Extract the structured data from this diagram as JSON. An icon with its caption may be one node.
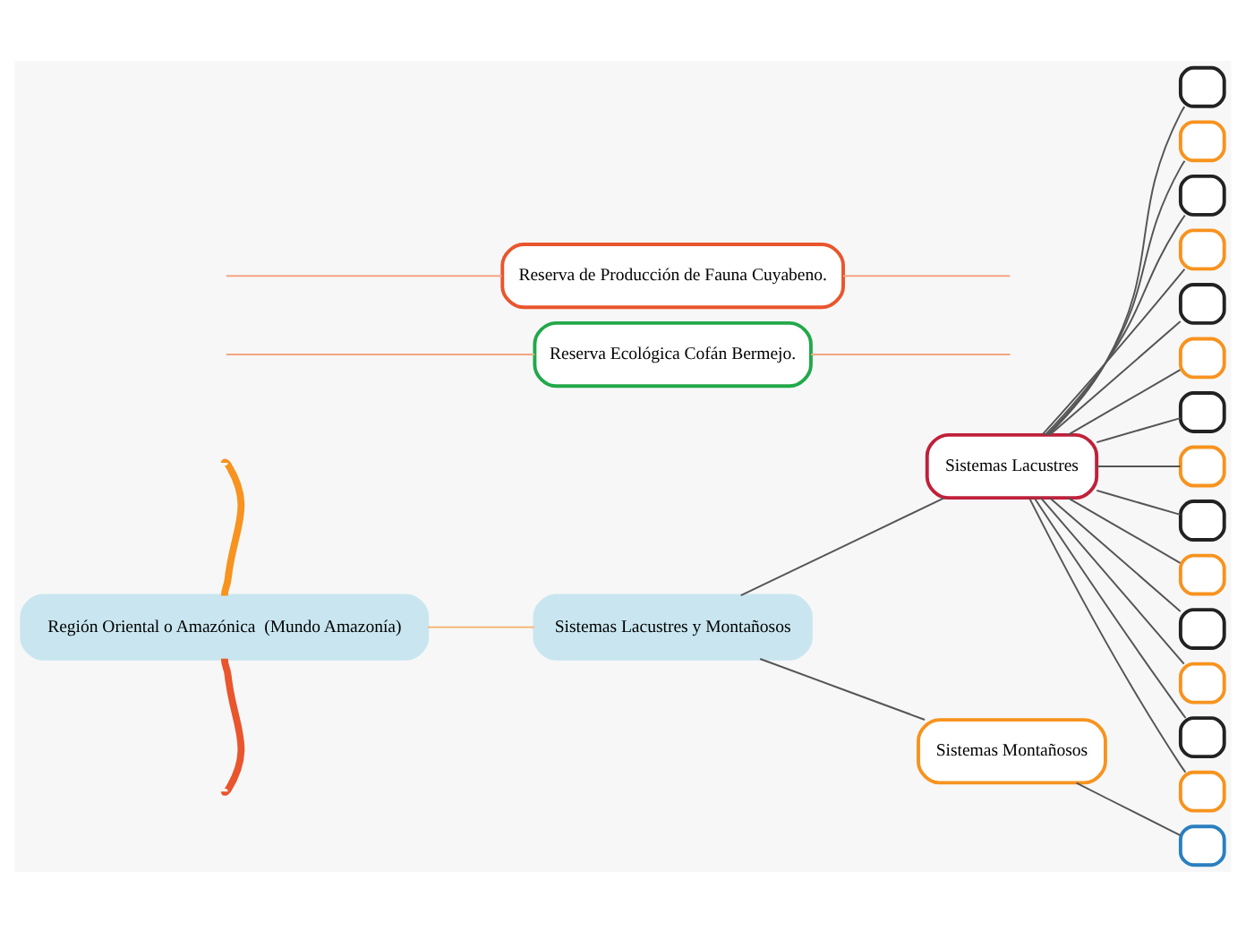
{
  "diagram": {
    "nodes": [
      {
        "text": [
          "Región Oriental o Amazónica  (Mundo Amazonía)"
        ]
      },
      {
        "text": [
          "Sistemas Lacustres y Montañosos"
        ]
      },
      {
        "text": [
          "Sistemas Lacustres"
        ]
      },
      {
        "text": [
          "Sistemas Montañosos"
        ]
      },
      {
        "text": [],
        "shape": "box"
      },
      {
        "text": [],
        "shape": "box"
      },
      {
        "text": [],
        "shape": "box"
      },
      {
        "text": [],
        "shape": "box"
      },
      {
        "text": [],
        "shape": "box"
      },
      {
        "text": [],
        "shape": "box"
      },
      {
        "text": [],
        "shape": "box"
      },
      {
        "text": [],
        "shape": "box"
      },
      {
        "text": [],
        "shape": "box"
      },
      {
        "text": [],
        "shape": "box"
      },
      {
        "text": [],
        "shape": "box"
      },
      {
        "text": [],
        "shape": "box"
      },
      {
        "text": [],
        "shape": "box"
      },
      {
        "text": [],
        "shape": "box"
      },
      {
        "text": [],
        "shape": "box"
      },
      {
        "text": [
          "Reserva Ecológica Cofán Bermejo."
        ]
      },
      {
        "text": [
          "Reserva de Producción de Fauna Cuyabeno."
        ]
      }
    ],
    "edges": [
      {
        "from": 0,
        "to": null,
        "arrow": "none",
        "style": "thick",
        "color": "#e9552d"
      },
      {
        "from": 0,
        "to": null,
        "arrow": "none",
        "style": "thick",
        "color": "#f7931e"
      },
      {
        "from": 0,
        "to": 1,
        "arrow": "none",
        "color": "#f7b267"
      },
      {
        "from": 1,
        "to": 2,
        "arrow": "none"
      },
      {
        "from": 1,
        "to": 3,
        "arrow": "none"
      },
      {
        "from": 2,
        "to": 4,
        "arrow": "none"
      },
      {
        "from": 2,
        "to": 5,
        "arrow": "none"
      },
      {
        "from": 2,
        "to": 6,
        "arrow": "none"
      },
      {
        "from": 2,
        "to": 7,
        "arrow": "none"
      },
      {
        "from": 2,
        "to": 8,
        "arrow": "none"
      },
      {
        "from": 2,
        "to": 9,
        "arrow": "none"
      },
      {
        "from": 2,
        "to": 10,
        "arrow": "none"
      },
      {
        "from": 2,
        "to": 11,
        "arrow": "none"
      },
      {
        "from": 2,
        "to": 12,
        "arrow": "none"
      },
      {
        "from": 2,
        "to": 13,
        "arrow": "none"
      },
      {
        "from": 2,
        "to": 14,
        "arrow": "none"
      },
      {
        "from": 2,
        "to": 15,
        "arrow": "none"
      },
      {
        "from": 2,
        "to": 16,
        "arrow": "none"
      },
      {
        "from": 2,
        "to": 17,
        "arrow": "none"
      },
      {
        "from": 3,
        "to": 18,
        "arrow": "none"
      },
      {
        "from": null,
        "to": 19,
        "arrow": "none",
        "color": "#f4a582"
      },
      {
        "from": null,
        "to": 20,
        "arrow": "none",
        "color": "#f4a582"
      },
      {
        "from": 19,
        "to": null,
        "arrow": "none",
        "color": "#f4a582"
      },
      {
        "from": 20,
        "to": null,
        "arrow": "none",
        "color": "#f4a582"
      }
    ]
  }
}
